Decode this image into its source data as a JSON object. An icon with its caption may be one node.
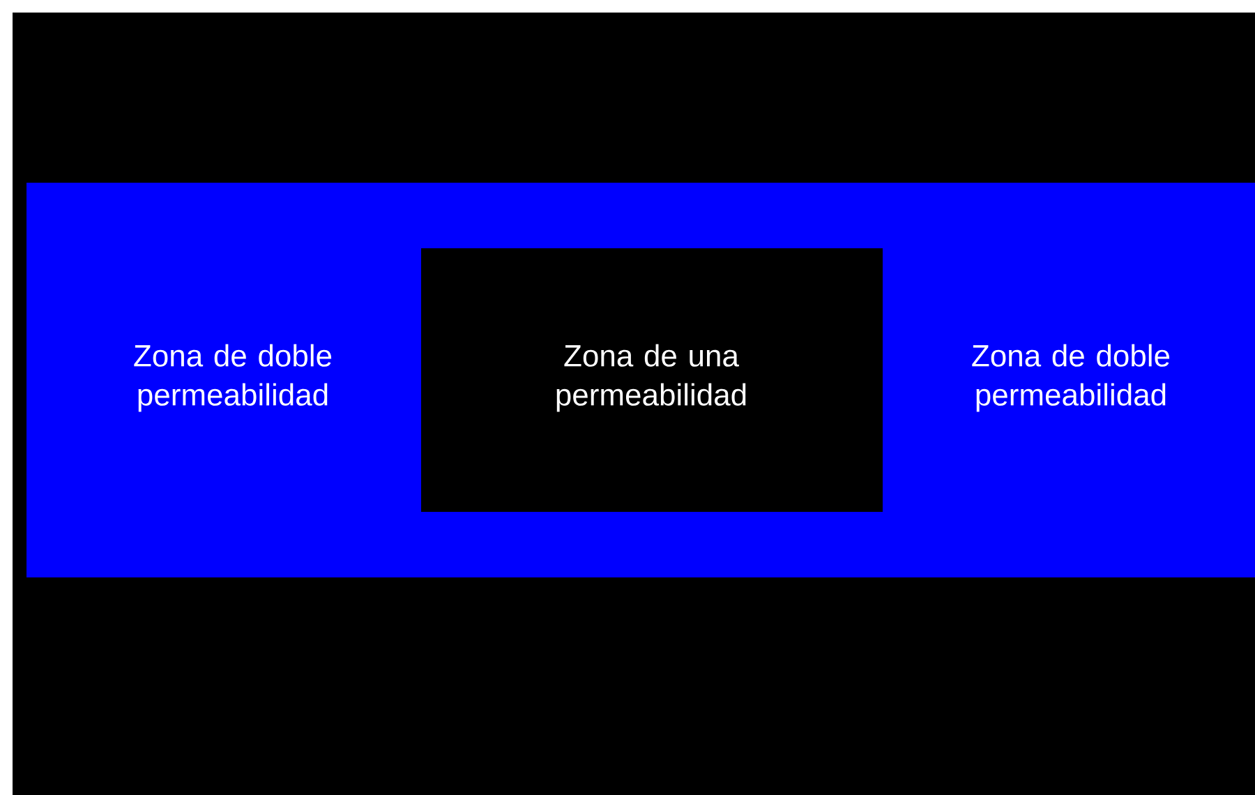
{
  "diagram": {
    "nodes": [
      {
        "text": [
          "Zona de doble permeabilidad",
          "Zona de doble permeabilidad"
        ]
      },
      {
        "text": [
          "Zona de una permeabilidad"
        ],
        "in": 0
      }
    ]
  }
}
